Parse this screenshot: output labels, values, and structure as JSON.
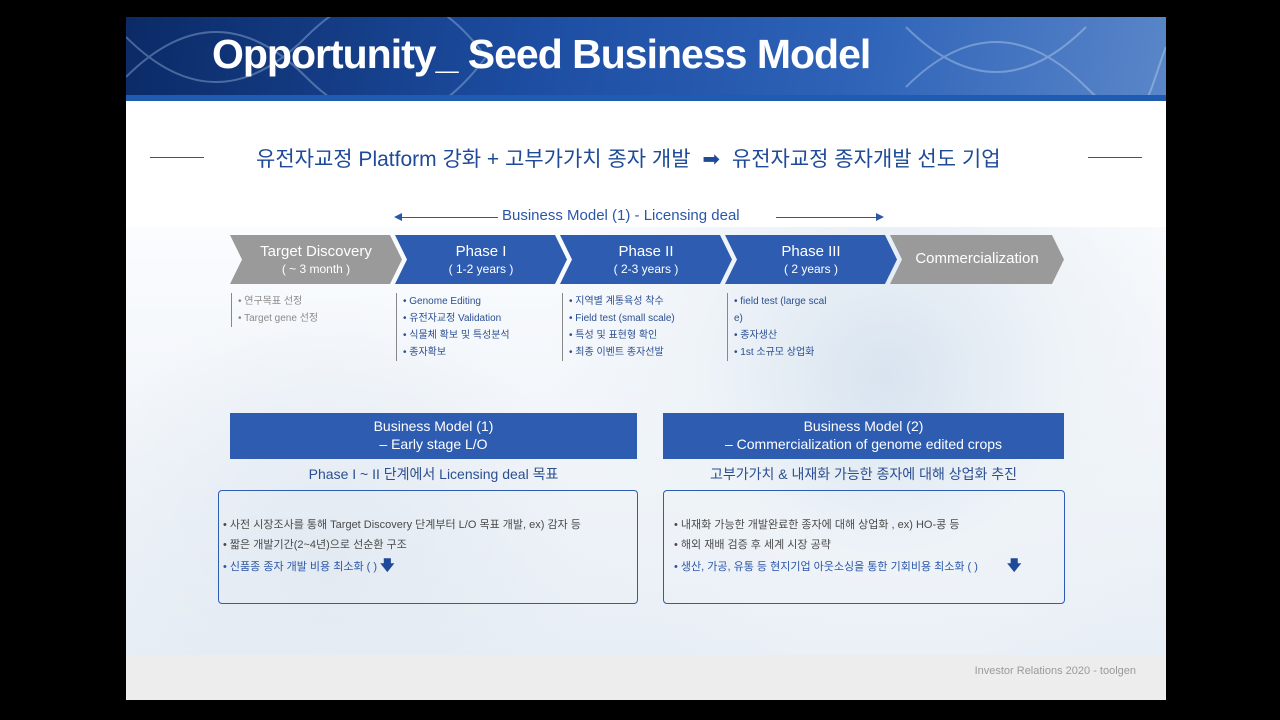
{
  "slide": {
    "title": "Opportunity_ Seed Business Model",
    "tagline_left": "유전자교정 Platform 강화 + 고부가가치 종자 개발",
    "tagline_right": "유전자교정 종자개발 선도 기업",
    "business_model_label": "Business Model (1) - Licensing deal",
    "footer": "Investor Relations 2020 - toolgen"
  },
  "phases": [
    {
      "name": "Target Discovery",
      "period": "( ~ 3 month )",
      "bullets": [
        "연구목표 선정",
        "Target gene 선정"
      ]
    },
    {
      "name": "Phase I",
      "period": "( 1-2 years )",
      "bullets": [
        "Genome Editing",
        "유전자교정 Validation",
        "식물체 확보 및 특성분석",
        "종자확보"
      ]
    },
    {
      "name": "Phase II",
      "period": "( 2-3 years )",
      "bullets": [
        "지역별 계통육성 착수",
        "Field test (small scale)",
        "특성 및 표현형 확인",
        "최종 이벤트 종자선발"
      ]
    },
    {
      "name": "Phase III",
      "period": "( 2 years )",
      "bullets": [
        "field test (large scal\ne)",
        "종자생산",
        "1st 소규모 상업화"
      ]
    },
    {
      "name": "Commercialization",
      "period": "",
      "bullets": []
    }
  ],
  "models": [
    {
      "title_line1": "Business Model (1)",
      "title_line2": "– Early stage L/O",
      "subtitle": "Phase I ~ II 단계에서 Licensing deal 목표",
      "details": [
        "사전 시장조사를 통해 Target Discovery 단계부터 L/O 목표 개발, ex) 감자 등",
        "짧은 개발기간(2~4년)으로 선순환 구조",
        "신품종 종자 개발 비용 최소화 (    )"
      ]
    },
    {
      "title_line1": "Business Model (2)",
      "title_line2": "– Commercialization of genome edited crops",
      "subtitle": "고부가가치 & 내재화 가능한 종자에 대해 상업화 추진",
      "details": [
        "내재화 가능한 개발완료한 종자에 대해 상업화 , ex) HO-콩 등",
        "해외 재배 검증 후 세계 시장 공략",
        "생산, 가공, 유통 등 현지기업 아웃소싱을 통한 기회비용 최소화 (    )"
      ]
    }
  ],
  "colors": {
    "brand_blue": "#2d5cb0",
    "gray_chevron": "#9a9a9a",
    "text_blue": "#1e4a97"
  },
  "icons": {
    "tagline_arrow": "right-arrow-icon",
    "reduction_arrow": "down-arrow-icon"
  }
}
